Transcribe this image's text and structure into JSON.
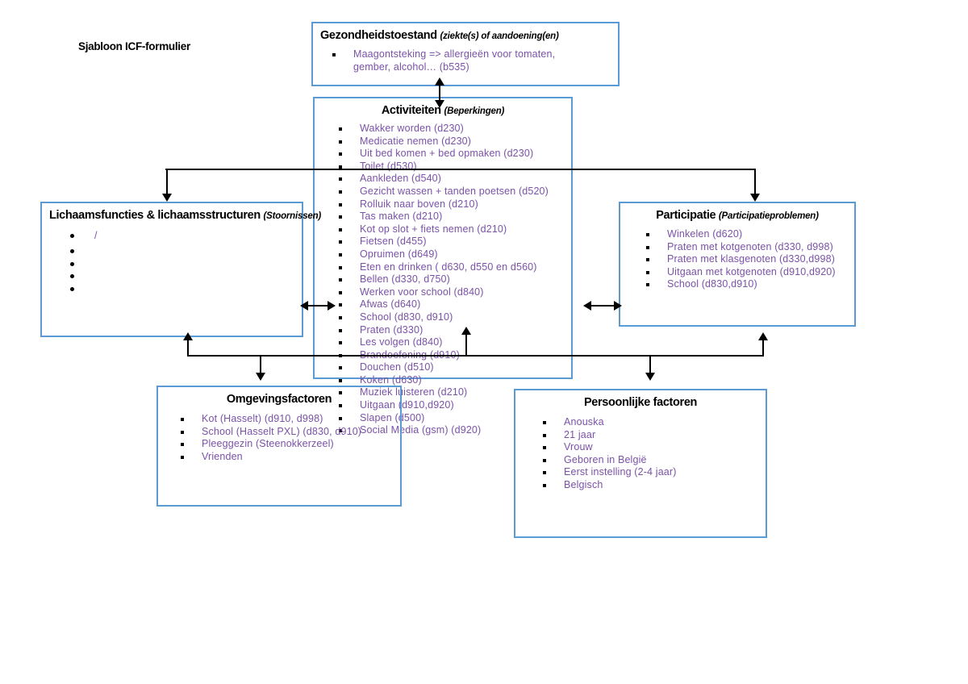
{
  "page": {
    "heading": "Sjabloon ICF-formulier"
  },
  "colors": {
    "box_border": "#5B9BD5",
    "list_text": "#7A52A8",
    "title_text": "#000000",
    "connector": "#000000",
    "background": "#FFFFFF"
  },
  "boxes": {
    "health_condition": {
      "title": "Gezondheidstoestand",
      "subtitle": "(ziekte(s) of aandoening(en)",
      "items": [
        "Maagontsteking => allergieën voor tomaten, gember, alcohol… (b535)"
      ]
    },
    "activities": {
      "title": "Activiteiten",
      "subtitle": "(Beperkingen)",
      "items": [
        "Wakker worden (d230)",
        "Medicatie nemen (d230)",
        "Uit bed komen + bed opmaken (d230)",
        "Toilet (d530)",
        "Aankleden (d540)",
        "Gezicht wassen + tanden poetsen (d520)",
        "Rolluik naar boven (d210)",
        "Tas maken (d210)",
        "Kot op slot + fiets nemen (d210)",
        "Fietsen (d455)",
        "Opruimen (d649)",
        "Eten en drinken ( d630, d550 en d560)",
        "Bellen (d330, d750)",
        "Werken voor school (d840)",
        "Afwas (d640)",
        "School (d830, d910)",
        "Praten (d330)",
        "Les volgen (d840)",
        "Brandoefening (d910)",
        "Douchen (d510)",
        "Koken (d630)",
        "Muziek luisteren (d210)",
        "Uitgaan (d910,d920)",
        "Slapen (d500)",
        "Social Media (gsm) (d920)"
      ]
    },
    "body_functions": {
      "title": "Lichaamsfuncties & lichaamsstructuren",
      "subtitle": "(Stoornissen)",
      "items": [
        "/",
        "",
        "",
        "",
        ""
      ]
    },
    "participation": {
      "title": "Participatie",
      "subtitle": "(Participatieproblemen)",
      "items": [
        "Winkelen (d620)",
        "Praten met kotgenoten (d330, d998)",
        "Praten met klasgenoten (d330,d998)",
        "Uitgaan met kotgenoten (d910,d920)",
        "School (d830,d910)"
      ]
    },
    "environmental_factors": {
      "title": "Omgevingsfactoren",
      "subtitle": "",
      "items": [
        "Kot (Hasselt) (d910, d998)",
        "School (Hasselt PXL) (d830, d910)",
        "Pleeggezin (Steenokkerzeel)",
        "Vrienden"
      ]
    },
    "personal_factors": {
      "title": "Persoonlijke factoren",
      "subtitle": "",
      "items": [
        "Anouska",
        "21 jaar",
        "Vrouw",
        "Geboren in België",
        "Eerst instelling (2-4 jaar)",
        "Belgisch"
      ]
    }
  },
  "connectors": [
    {
      "name": "health-to-activities",
      "type": "double-vertical"
    },
    {
      "name": "upper-rail",
      "type": "horizontal-rail"
    },
    {
      "name": "lower-rail",
      "type": "horizontal-rail"
    },
    {
      "name": "body-functions-to-activities",
      "type": "double-horizontal"
    },
    {
      "name": "activities-to-participation",
      "type": "double-horizontal"
    }
  ]
}
